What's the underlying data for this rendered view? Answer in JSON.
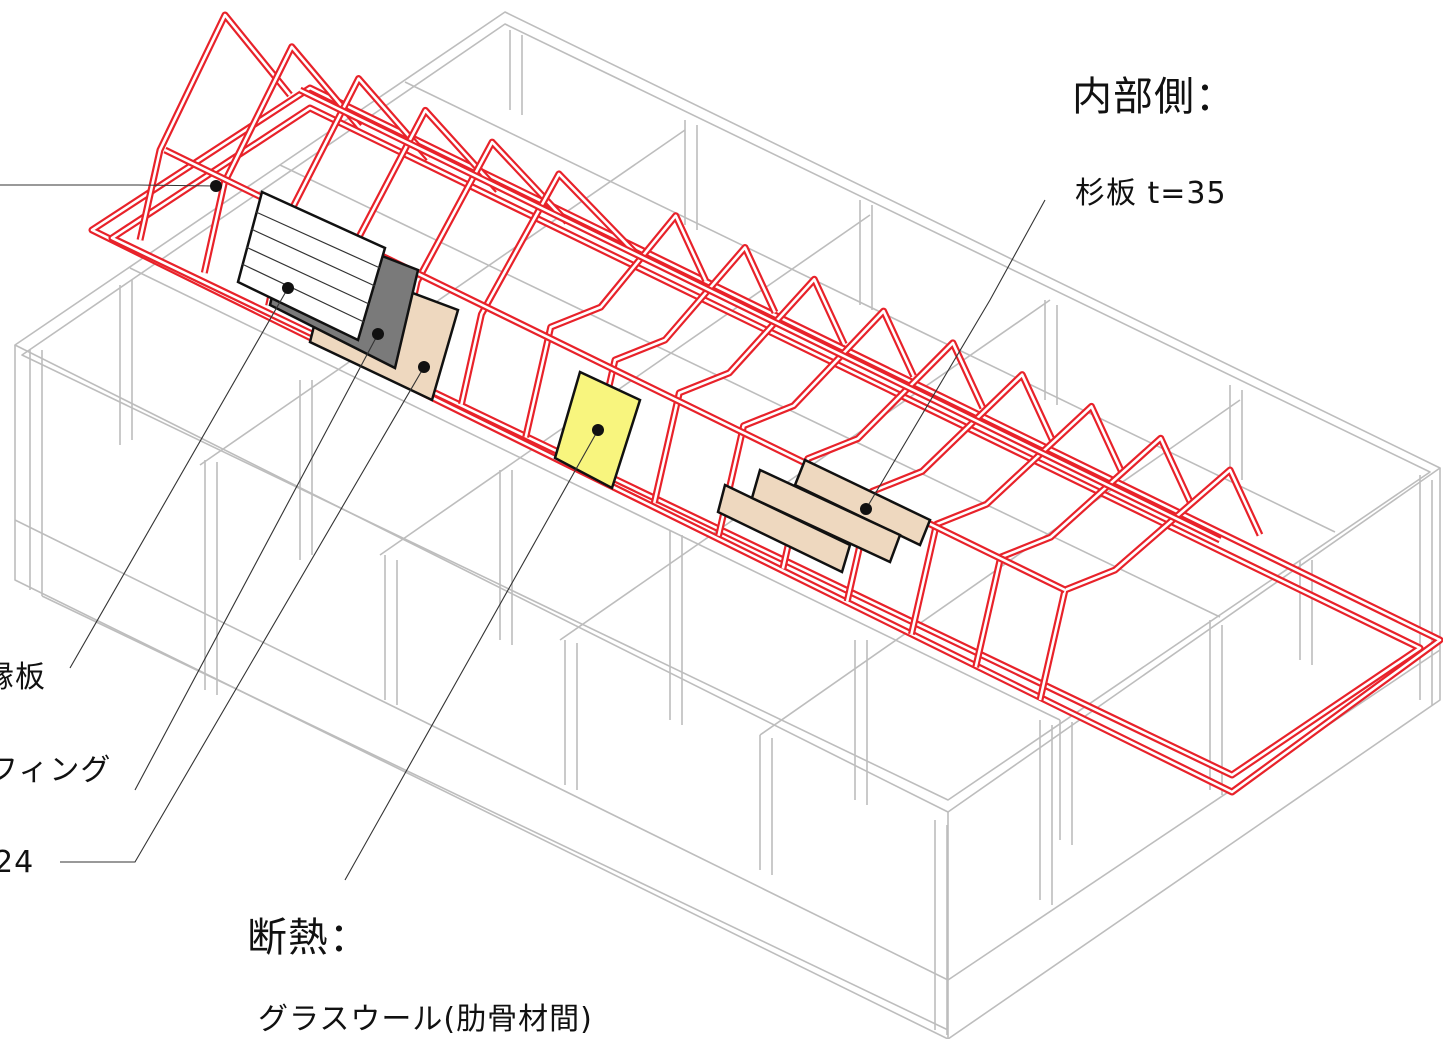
{
  "labels": {
    "interior_heading": "内部側：",
    "interior_material": "杉板 t=35",
    "insulation_heading": "断熱：",
    "insulation_material": "グラスウール(肋骨材間)",
    "left_label_1": "縁板",
    "left_label_2": "フィング",
    "left_label_3": "24"
  },
  "colors": {
    "frame_red": "#e8222a",
    "building_gray": "#bdbdbd",
    "panel_white": "#ffffff",
    "panel_gray": "#7a7a7a",
    "panel_wood": "#eed8bf",
    "panel_yellow": "#f8f57e",
    "leader": "#333333"
  }
}
